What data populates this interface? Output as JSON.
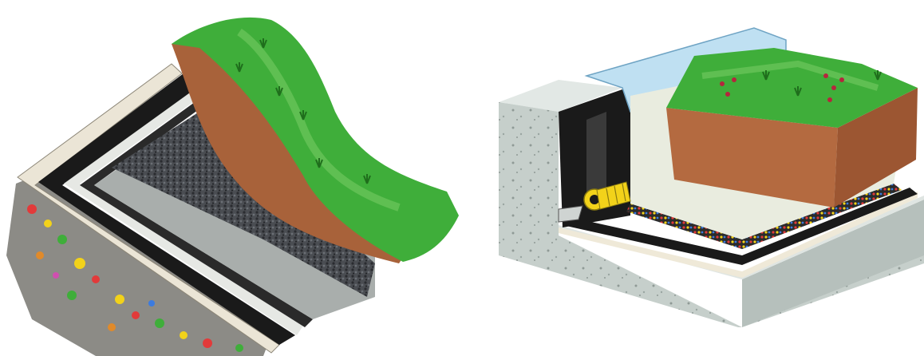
{
  "illustrations": [
    {
      "id": "sloped-green-roof",
      "layers": [
        "rubble-substrate",
        "concrete-edge",
        "membrane",
        "drainage-gravel",
        "soil",
        "grass"
      ]
    },
    {
      "id": "flat-green-roof-parapet",
      "layers": [
        "concrete-slab",
        "insulation",
        "membrane",
        "drainage-layer",
        "filter-layer",
        "soil-block",
        "grass",
        "drain-pipe",
        "glass-parapet"
      ]
    }
  ],
  "colors": {
    "grass": "#3fae3a",
    "soil": "#a8623a",
    "concrete": "#c9d3cf",
    "membrane": "#1a1a1a",
    "gravel": "#3d4045",
    "glass": "#bfe0f2",
    "pipe": "#f2d21a"
  }
}
